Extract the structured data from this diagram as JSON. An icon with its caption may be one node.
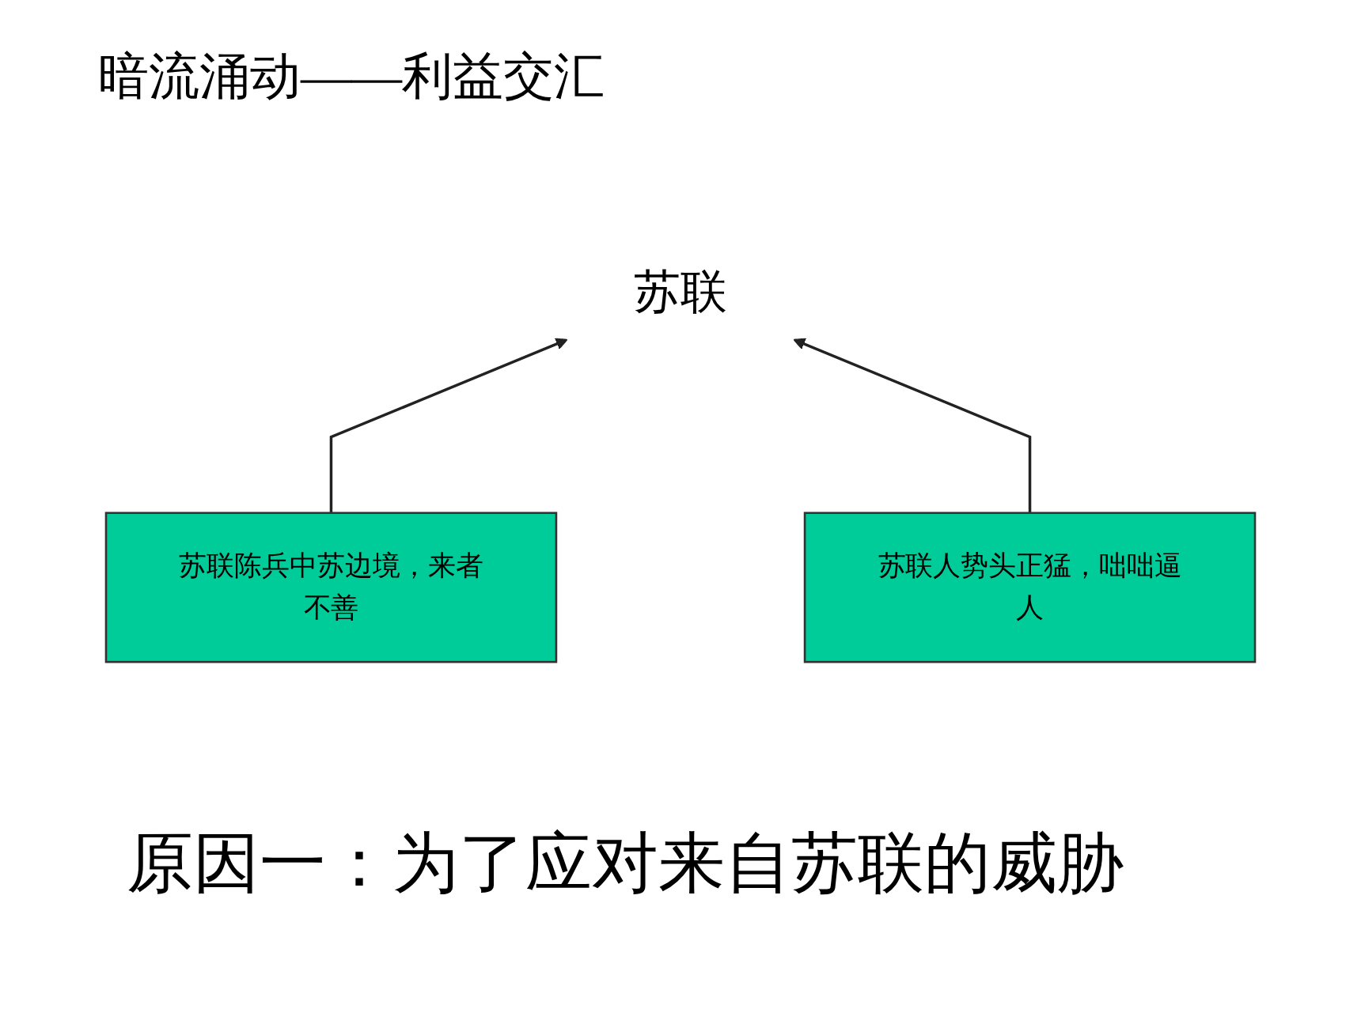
{
  "diagram": {
    "title": "暗流涌动——利益交汇",
    "caption": "原因一：为了应对来自苏联的威胁",
    "nodes": [
      {
        "text": [
          "苏联"
        ]
      },
      {
        "text": [
          "苏联陈兵中苏边境，来者不善"
        ]
      },
      {
        "text": [
          "苏联人势头正猛，咄咄逼人"
        ]
      }
    ],
    "edges": [
      {
        "from": 1,
        "to": 0,
        "arrow": "to"
      },
      {
        "from": 2,
        "to": 0,
        "arrow": "to"
      }
    ]
  }
}
